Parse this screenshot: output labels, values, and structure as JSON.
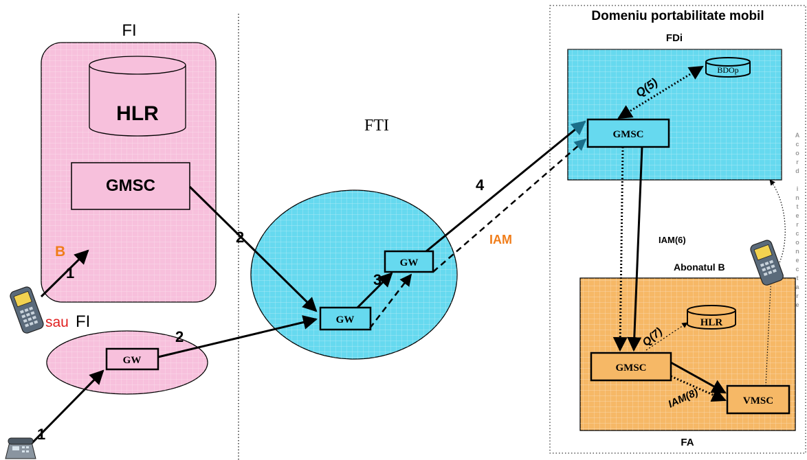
{
  "colors": {
    "pink": "#f7c0dc",
    "cyan": "#66d9ef",
    "orange": "#f6b866",
    "orange_text": "#f07d1a",
    "red_text": "#e02020",
    "line": "#000000"
  },
  "operator_fi_top": {
    "title": "FI",
    "hlr": "HLR",
    "gmsc": "GMSC"
  },
  "operator_fi_bottom": {
    "prefix": "sau",
    "title": "FI",
    "gw": "GW"
  },
  "transit": {
    "title": "FTI",
    "gw_left": "GW",
    "gw_right": "GW"
  },
  "portability_domain": {
    "title": "Domeniu portabilitate mobil",
    "fdi": {
      "title": "FDi",
      "gmsc": "GMSC",
      "bdo": "BDOp",
      "query": "Q(5)"
    },
    "fa": {
      "title": "FA",
      "gmsc": "GMSC",
      "hlr": "HLR",
      "vmsc": "VMSC",
      "query": "Q(7)",
      "iam": "IAM(8)"
    },
    "iam6": "IAM(6)",
    "subscriber": "Abonatul B",
    "vertical_label": [
      "A",
      "c",
      "o",
      "r",
      "d",
      "",
      "i",
      "n",
      "t",
      "e",
      "r",
      "c",
      "o",
      "n",
      "e",
      "c",
      "t",
      "a",
      "r",
      "e"
    ]
  },
  "steps": {
    "b": "B",
    "s1_top": "1",
    "s1_bottom": "1",
    "s2_top": "2",
    "s2_bottom": "2",
    "s3": "3",
    "s4": "4",
    "iam": "IAM"
  },
  "icons": [
    "mobile-phone-icon",
    "desk-phone-icon",
    "subscriber-mobile-icon"
  ]
}
